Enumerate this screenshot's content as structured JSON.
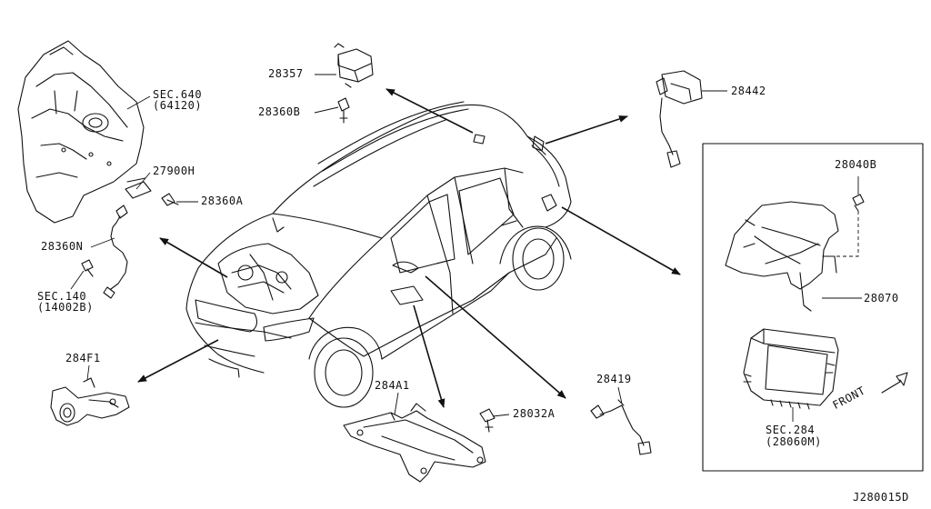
{
  "labels": {
    "sec640": "SEC.640",
    "sec640_sub": "(64120)",
    "p27900H": "27900H",
    "p28360A": "28360A",
    "p28360N": "28360N",
    "sec140": "SEC.140",
    "sec140_sub": "(14002B)",
    "p28357": "28357",
    "p28360B": "28360B",
    "p28442": "28442",
    "p28040B": "28040B",
    "p28070": "28070",
    "sec284": "SEC.284",
    "sec284_sub": "(28060M)",
    "p284F1": "284F1",
    "p284A1": "284A1",
    "p28032A": "28032A",
    "p28419": "28419",
    "front": "FRONT",
    "diagram_id": "J280015D"
  },
  "colors": {
    "ink": "#111111",
    "background": "#ffffff"
  }
}
